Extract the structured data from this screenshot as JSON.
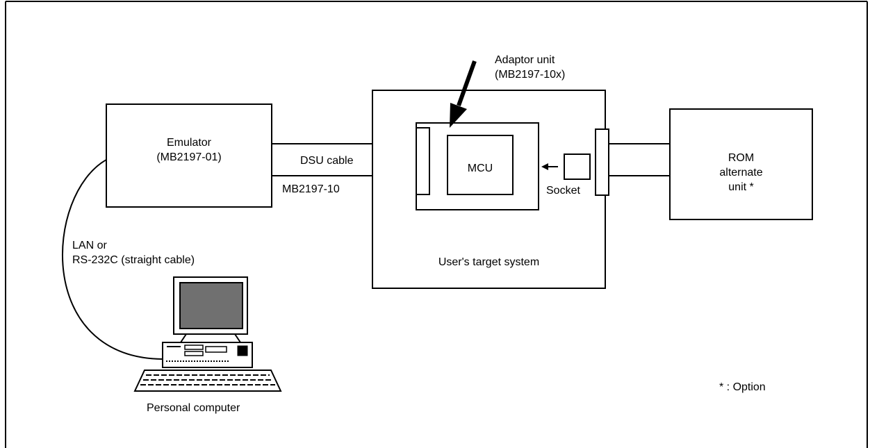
{
  "diagram": {
    "emulator": {
      "name": "Emulator",
      "part": "(MB2197-01)"
    },
    "dsu_cable": {
      "label": "DSU cable",
      "part": "MB2197-10"
    },
    "adaptor": {
      "name": "Adaptor unit",
      "part": "(MB2197-10x)"
    },
    "mcu": {
      "label": "MCU"
    },
    "socket": {
      "label": "Socket"
    },
    "target": {
      "label": "User's target system"
    },
    "rom": {
      "line1": "ROM",
      "line2": "alternate",
      "line3": "unit *"
    },
    "link": {
      "line1": "LAN or",
      "line2": "RS-232C (straight cable)"
    },
    "computer": {
      "label": "Personal computer",
      "icon": "personal-computer-icon"
    },
    "note": {
      "text": "* : Option"
    }
  }
}
